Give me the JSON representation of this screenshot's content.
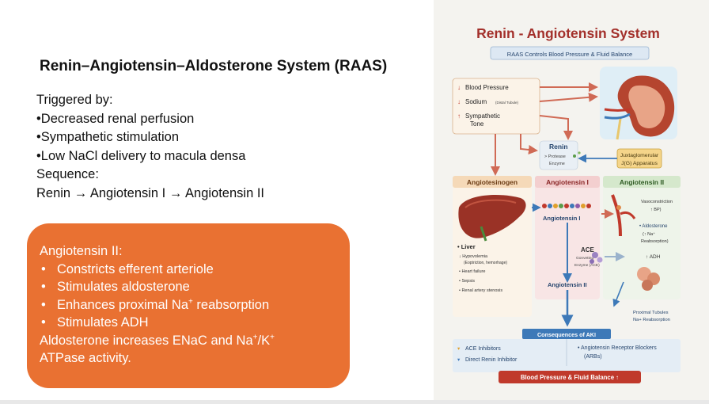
{
  "slide": {
    "title": "Renin–Angiotensin–Aldosterone System (RAAS)",
    "triggered_heading": "Triggered by:",
    "triggers": [
      "•Decreased renal perfusion",
      "•Sympathetic stimulation",
      "•Low NaCl delivery to macula densa"
    ],
    "sequence_heading": "Sequence:",
    "sequence": "Renin → Angiotensin I → Angiotensin II"
  },
  "angiotensin_box": {
    "heading": "Angiotensin II:",
    "bullet": "•",
    "items": [
      "Constricts efferent arteriole",
      "Stimulates aldosterone",
      "Enhances proximal Na",
      "Stimulates ADH"
    ],
    "item3_sup": "+",
    "item3_suffix": " reabsorption",
    "aldo_line1_a": "Aldosterone increases ENaC and Na",
    "aldo_sup1": "+",
    "aldo_line1_b": "/K",
    "aldo_sup2": "+",
    "aldo_line2": "ATPase activity."
  },
  "infographic": {
    "title": "Renin - Angiotensin System",
    "subtitle": "RAAS Controls Blood Pressure & Fluid Balance",
    "triggers": {
      "bp": "Blood Pressure",
      "sodium": "Sodium",
      "sodium_small": "(Distal Tubule)",
      "sym1": "Sympathetic",
      "sym2": "Tone"
    },
    "renin": "Renin",
    "renin_sub1": "> Protease",
    "renin_sub2": "Enzyme",
    "jga1": "Juxtaglomerular",
    "jga2": "J(G) Apparatus",
    "col_angiotensinogen": "Angiotesinogen",
    "col_ang1": "Angiotensin I",
    "col_ang2": "Angiotensin II",
    "ang1_label": "Angiotensin I",
    "ang2_label": "Angiotensin II",
    "liver": "• Liver",
    "liver_items": [
      "↓ Hypovolemia",
      "(Eoptriction, hemorhage)",
      "• Heart failure",
      "• Sepsis",
      "• Renal artery stenosis"
    ],
    "ace": "ACE",
    "ace_sub1": "Gonvettng",
    "ace_sub2": "Enzyme (ACE)",
    "vaso1": "Vasoconstriction",
    "vaso2": "↑ BP)",
    "aldo1": "• Aldosterone",
    "aldo2": "(↑ Na⁺",
    "aldo3": "Reabsorption)",
    "adh": "↑ ADH",
    "prox1": "Proximal Tubules",
    "prox2": "Na+ Reabsorption",
    "consequences": "Consequences of AKI",
    "ace_inh": "ACE Inhibitors",
    "renin_inh": "Direct Renin Inhibitor",
    "arb1": "• Angiotensin Receptor Blockers",
    "arb2": "(ARBs)",
    "footer": "Blood Pressure & Fluid Balance ↑"
  },
  "colors": {
    "orange": "#e97132",
    "title_red": "#a3302b",
    "blue_arrow": "#3d79b8",
    "peach": "#f5d9b8",
    "pink": "#f3cfcf",
    "green": "#d5e8cc",
    "footer_red": "#c0392b"
  }
}
